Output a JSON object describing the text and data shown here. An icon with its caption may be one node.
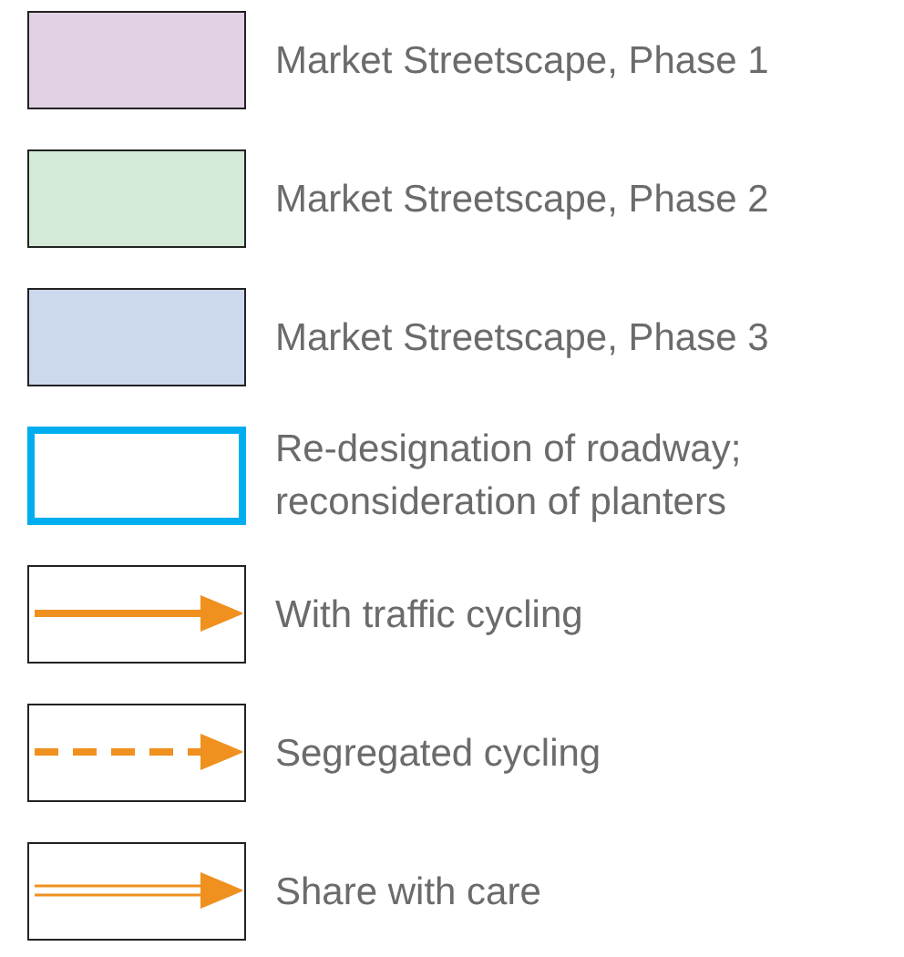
{
  "diagram": {
    "legend": [
      {
        "text": "Market Streetscape, Phase 1",
        "color": "#e2d0e4"
      },
      {
        "text": "Market Streetscape, Phase 2",
        "color": "#d3ead6"
      },
      {
        "text": "Market Streetscape, Phase 3",
        "color": "#ccd8ee"
      },
      {
        "text": "Re-designation of roadway; reconsideration of planters"
      },
      {
        "text": "With traffic cycling"
      },
      {
        "text": "Segregated cycling"
      },
      {
        "text": "Share with care"
      }
    ]
  }
}
